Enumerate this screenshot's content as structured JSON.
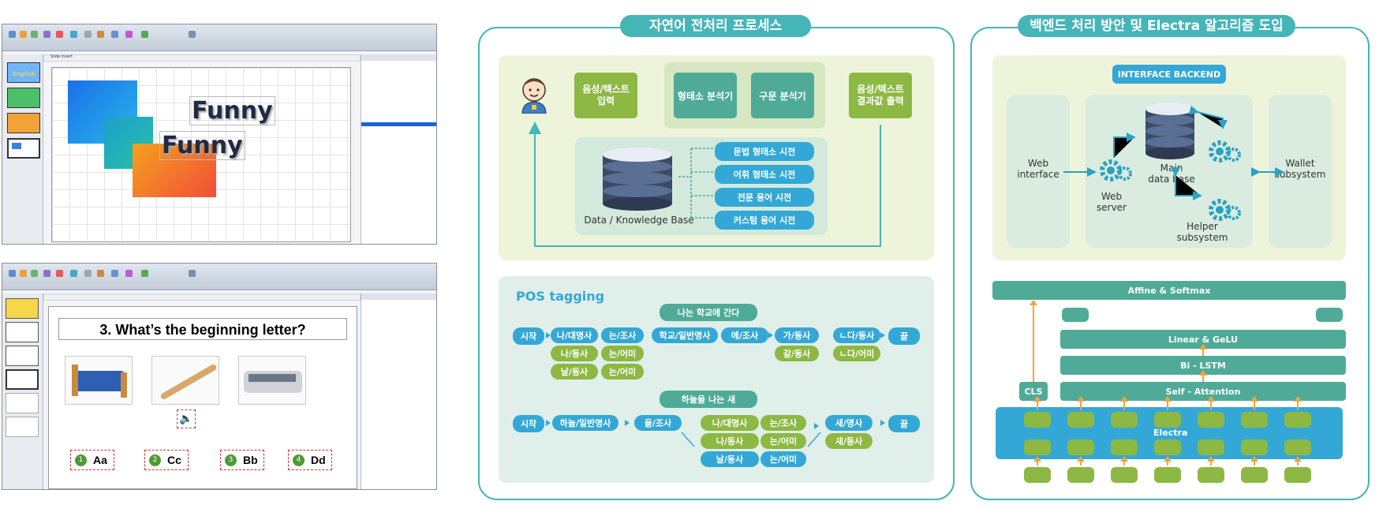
{
  "screenshot_top": {
    "slide_text_1": "Funny",
    "slide_text_2": "Funny",
    "thumb_label": "English"
  },
  "screenshot_bottom": {
    "question": "3. What’s the beginning letter?",
    "options": [
      {
        "num": "1",
        "text": "Aa"
      },
      {
        "num": "2",
        "text": "Cc"
      },
      {
        "num": "3",
        "text": "Bb"
      },
      {
        "num": "4",
        "text": "Dd"
      }
    ]
  },
  "nlp_panel": {
    "title": "자연어 전처리 프로세스",
    "input_box": "음성/텍스트\n입력",
    "morph_box": "형태소 분석기",
    "syntax_box": "구문 분석기",
    "output_box": "음성/텍스트\n결과값 출력",
    "kb_label": "Data / Knowledge Base",
    "dictionaries": [
      "문법 형태소 시전",
      "어휘 형태소 시전",
      "전문 용어 시전",
      "커스텀 용어 시전"
    ],
    "pos_title": "POS tagging",
    "sentence1": {
      "title": "나는 학교에 간다",
      "start": "시작",
      "end": "끝",
      "t1": [
        "나/대명사",
        "나/동사",
        "날/동사"
      ],
      "t2": [
        "는/조사",
        "는/어미",
        "는/어미"
      ],
      "t3": "학교/일반명사",
      "t4": "에/조사",
      "t5": [
        "가/동사",
        "갈/동사"
      ],
      "t6": [
        "ㄴ다/동사",
        "ㄴ다/어미"
      ]
    },
    "sentence2": {
      "title": "하늘을 나는 새",
      "start": "시작",
      "end": "끝",
      "t1": "하늘/일반명사",
      "t2": "을/조사",
      "t3": [
        "나/대명사",
        "나/동사",
        "날/동사"
      ],
      "t4": [
        "는/조사",
        "는/어미",
        "는/어미"
      ],
      "t5": [
        "새/명사",
        "새/동사"
      ]
    }
  },
  "backend_panel": {
    "title": "백엔드 처리 방안 및 Electra 알고리즘 도입",
    "interface_label": "INTERFACE BACKEND",
    "web_interface": "Web\ninterface",
    "web_server": "Web\nserver",
    "main_db": "Main\ndata base",
    "helper": "Helper\nsubsystem",
    "wallet": "Wallet\nsubsystem",
    "affine": "Affine & Softmax",
    "linear": "Linear & GeLU",
    "bilstm": "Bi - LSTM",
    "self_attention": "Self - Attention",
    "cls": "CLS",
    "electra": "Electra"
  },
  "colors": {
    "teal": "#46b5b8",
    "green": "#8db843",
    "blue": "#33a8d6",
    "teal_dark": "#4fab97",
    "orange": "#f0a340"
  }
}
